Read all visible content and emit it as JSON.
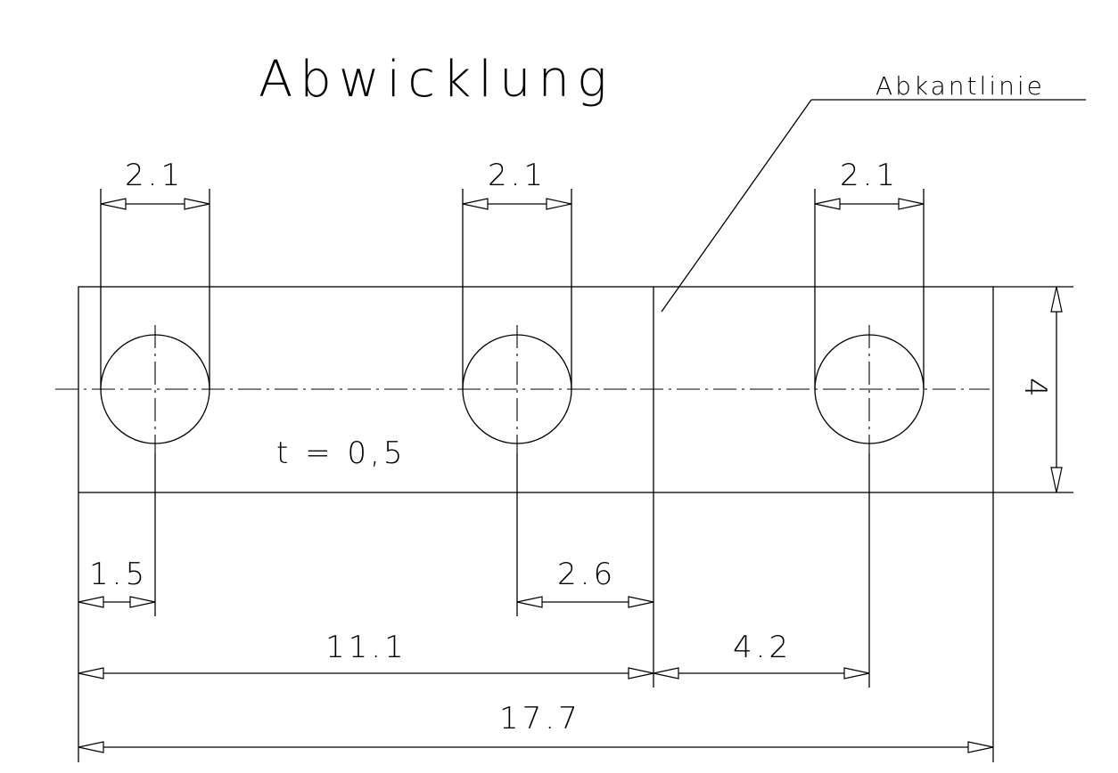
{
  "title": "Abwicklung",
  "annotation": "Abkantlinie",
  "thickness_note": "t = 0,5",
  "dimensions": {
    "hole_diameter_1": "2.1",
    "hole_diameter_2": "2.1",
    "hole_diameter_3": "2.1",
    "height": "4",
    "edge_to_hole": "1.5",
    "hole_to_bend": "2.6",
    "edge_to_bend": "11.1",
    "bend_to_hole": "4.2",
    "overall_length": "17.7"
  }
}
